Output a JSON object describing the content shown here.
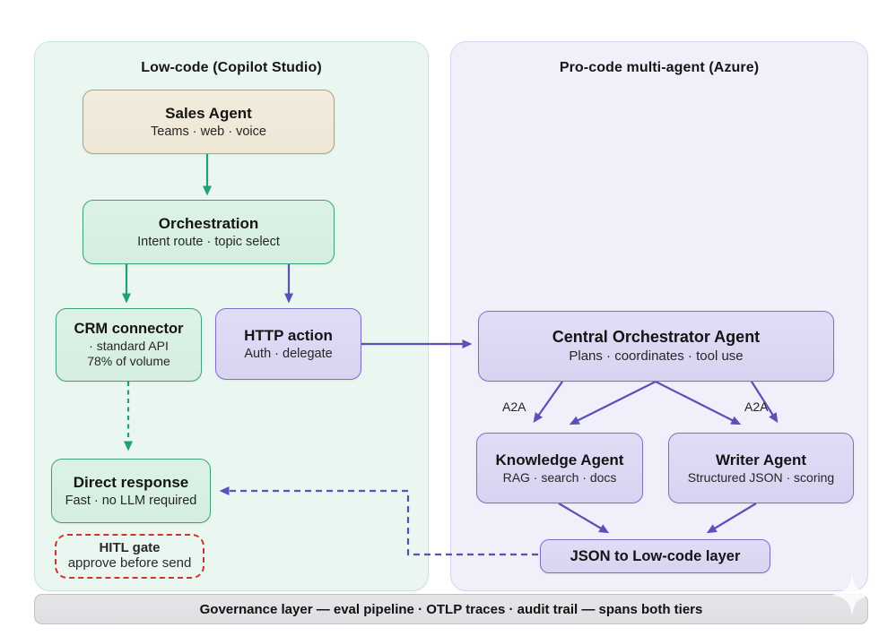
{
  "panels": {
    "low_code": {
      "title": "Low-code (Copilot Studio)"
    },
    "pro_code": {
      "title": "Pro-code multi-agent (Azure)"
    }
  },
  "nodes": {
    "sales_agent": {
      "title": "Sales Agent",
      "subtitle": "Teams · web · voice"
    },
    "orchestration": {
      "title": "Orchestration",
      "subtitle": "Intent route · topic select"
    },
    "crm_connector": {
      "title": "CRM connector",
      "subtitle": "· standard API",
      "subtitle2": "78% of volume"
    },
    "http_action": {
      "title": "HTTP action",
      "subtitle": "Auth · delegate"
    },
    "direct_response": {
      "title": "Direct response",
      "subtitle": "Fast · no LLM required"
    },
    "hitl_gate": {
      "title": "HITL gate",
      "subtitle": "approve before send"
    },
    "central_orchestrator": {
      "title": "Central Orchestrator Agent",
      "subtitle": "Plans · coordinates · tool use"
    },
    "knowledge_agent": {
      "title": "Knowledge Agent",
      "subtitle": "RAG · search · docs"
    },
    "writer_agent": {
      "title": "Writer Agent",
      "subtitle": "Structured JSON · scoring"
    },
    "json_layer": {
      "title": "JSON to Low-code layer"
    }
  },
  "edge_labels": {
    "a2a_left": "A2A",
    "a2a_right": "A2A"
  },
  "governance": {
    "label": "Governance layer — eval pipeline · OTLP traces · audit trail — spans both tiers"
  },
  "colors": {
    "green_arrow": "#1fa173",
    "purple_arrow": "#5a51b8",
    "red_dashed": "#cb342a",
    "panel_green_bg": "#e9f7f0",
    "panel_purple_bg": "#f0effa",
    "green_node_bg": "#d9f0e3",
    "purple_node_bg": "#ded9f4",
    "beige_node_bg": "#f1ebdc",
    "governance_bg": "#e2e1e4"
  }
}
